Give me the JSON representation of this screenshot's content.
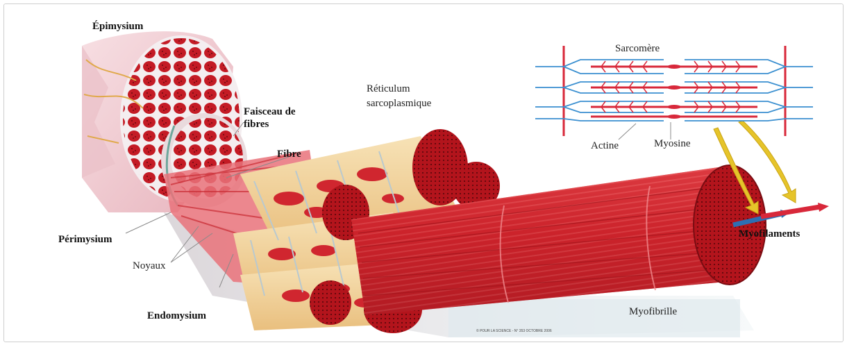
{
  "labels": {
    "epimysium": "Épimysium",
    "faisceau_line1": "Faisceau de",
    "faisceau_line2": "fibres",
    "fibre": "Fibre",
    "perimysium": "Périmysium",
    "noyaux": "Noyaux",
    "endomysium": "Endomysium",
    "reticulum_line1": "Réticulum",
    "reticulum_line2": "sarcoplasmique",
    "sarcomere": "Sarcomère",
    "actine": "Actine",
    "myosine": "Myosine",
    "myofilaments": "Myofilaments",
    "myofibrille": "Myofibrille"
  },
  "credit": "© POUR LA SCIENCE - N° 353 OCTOBRE 2006",
  "colors": {
    "muscle_red": "#c8202a",
    "dark_red": "#8e1118",
    "fascia_pink": "#f1c9cf",
    "actin_blue": "#3a8fd0",
    "myosin_red": "#d8283a",
    "arrow_yellow": "#e6c42a",
    "cream": "#f3d8a4"
  }
}
